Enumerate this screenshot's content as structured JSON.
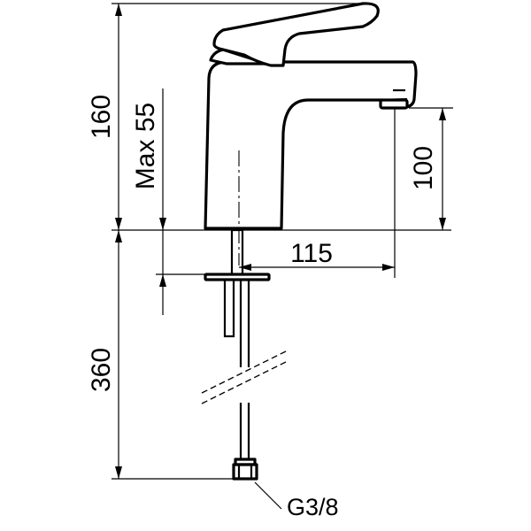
{
  "drawing": {
    "dimensions": {
      "overall_height": "160",
      "max_height": "Max 55",
      "spout_height": "100",
      "spout_reach": "115",
      "hose_length": "360"
    },
    "callouts": {
      "connection": "G3/8"
    }
  }
}
